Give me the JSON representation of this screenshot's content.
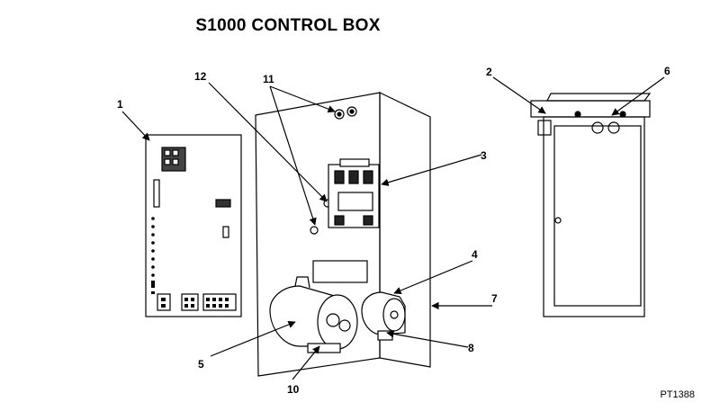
{
  "title": "S1000 CONTROL BOX",
  "part_code": "PT1388",
  "callouts": [
    "1",
    "2",
    "3",
    "4",
    "5",
    "6",
    "7",
    "8",
    "10",
    "11",
    "12"
  ]
}
